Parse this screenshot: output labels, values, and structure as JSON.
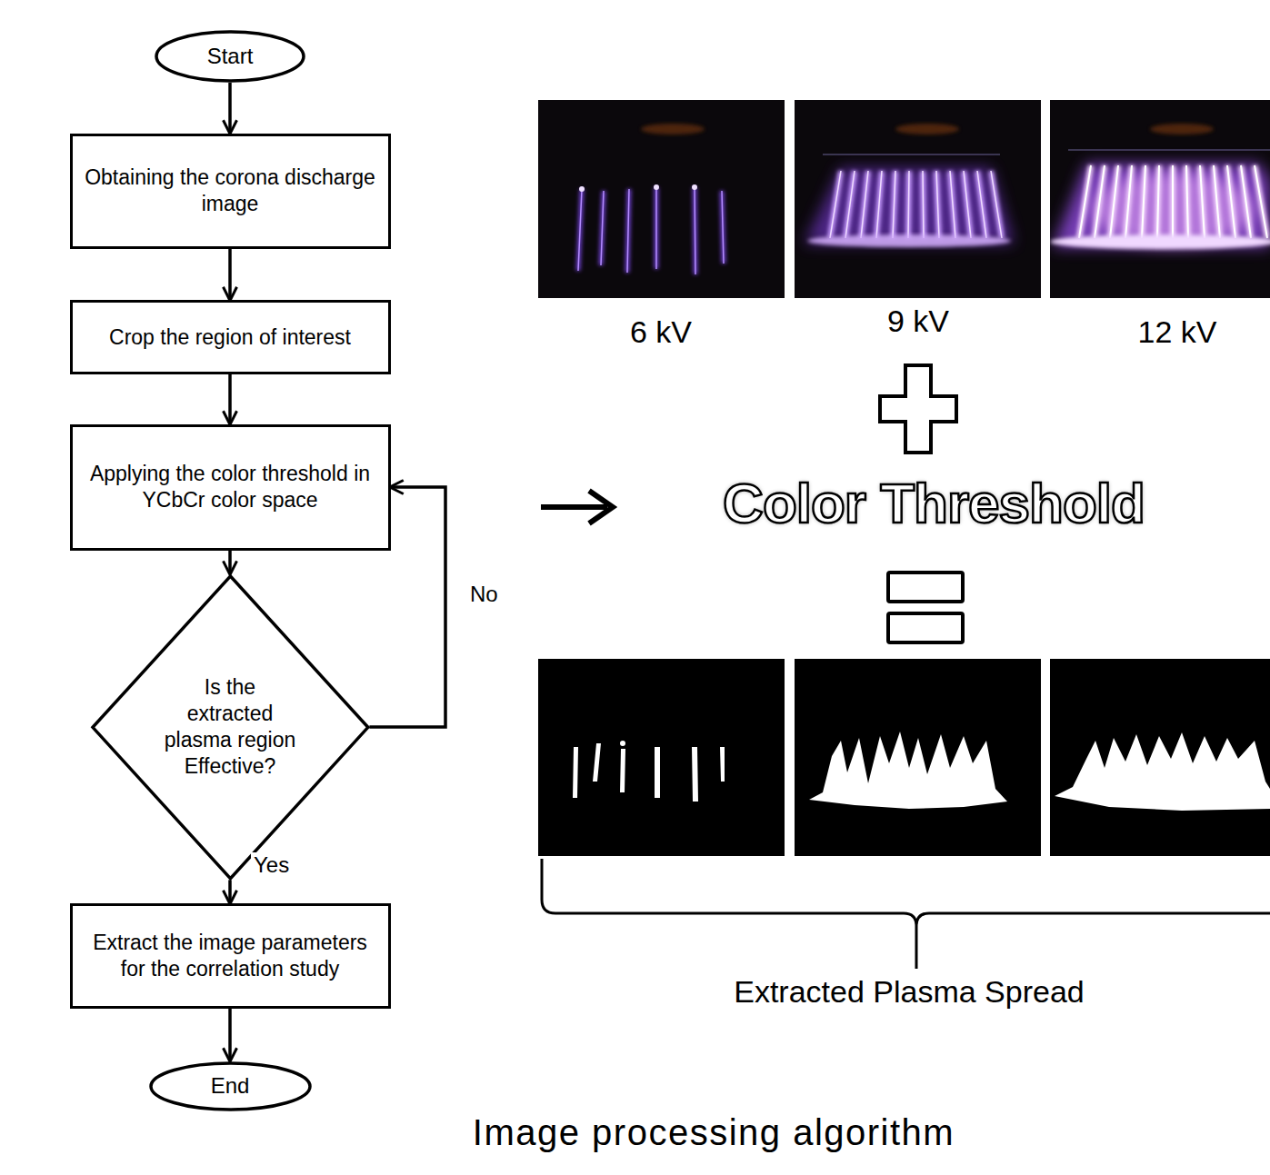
{
  "diagram": {
    "caption": "Image processing algorithm",
    "nodes": [
      {
        "text": [
          "Start"
        ]
      },
      {
        "text": [
          "Obtaining the corona discharge image"
        ]
      },
      {
        "text": [
          "Crop the region of interest"
        ]
      },
      {
        "text": [
          "Applying the color threshold in YCbCr color space"
        ]
      },
      {
        "text": [
          "Is the extracted plasma region Effective?"
        ]
      },
      {
        "text": [
          "Extract the image parameters for the correlation study"
        ]
      },
      {
        "text": [
          "End"
        ]
      }
    ],
    "edges": [
      {
        "from": 0,
        "to": 1,
        "arrow": "to"
      },
      {
        "from": 1,
        "to": 2,
        "arrow": "to"
      },
      {
        "from": 2,
        "to": 3,
        "arrow": "to"
      },
      {
        "from": 3,
        "to": 4,
        "arrow": "to"
      },
      {
        "from": 4,
        "to": 3,
        "label": "No",
        "arrow": "to"
      },
      {
        "from": 4,
        "to": 5,
        "label": "Yes",
        "arrow": "to"
      },
      {
        "from": 5,
        "to": 6,
        "arrow": "to"
      }
    ],
    "labels": [
      "6 kV",
      "9 kV",
      "12 kV",
      "Color Threshold",
      "Extracted Plasma Spread"
    ]
  }
}
